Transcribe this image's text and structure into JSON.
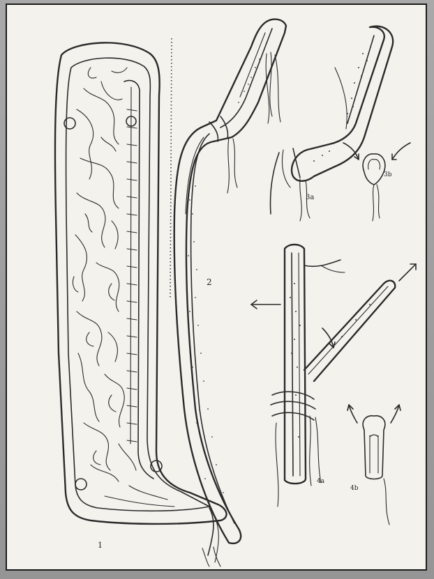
{
  "figure": {
    "labels": {
      "panel_1": "1",
      "panel_2": "2",
      "panel_3a": "3a",
      "panel_3b": "3b",
      "panel_4a": "4a",
      "panel_4b": "4b"
    },
    "colors": {
      "background_scan": "#a3a3a3",
      "paper": "#f3f2ed",
      "ink": "#2a2a2a"
    }
  }
}
